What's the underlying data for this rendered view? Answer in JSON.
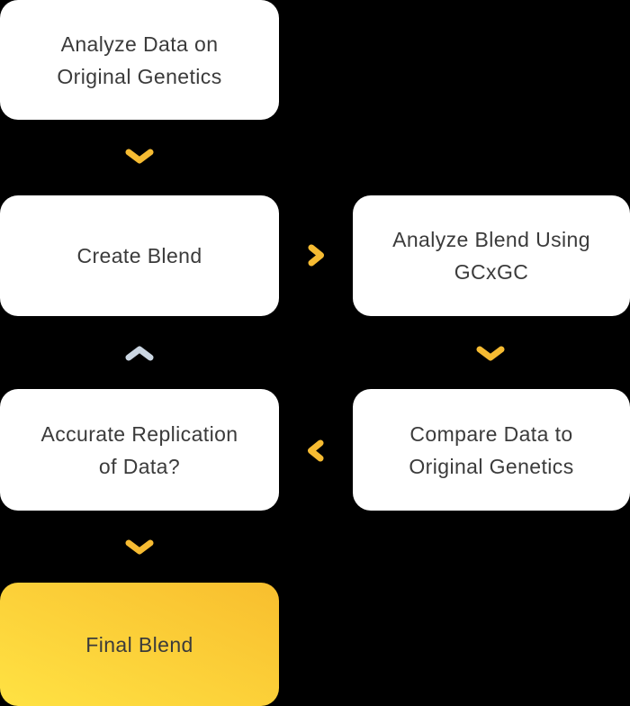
{
  "diagram": {
    "colors": {
      "background": "#000000",
      "node_fill": "#ffffff",
      "text": "#3b3b3b",
      "arrow": "#f6bb32",
      "arrow_muted": "#cbd6e2",
      "final_gradient_start": "#ffe243",
      "final_gradient_end": "#f8be2e"
    },
    "nodes": [
      {
        "id": "analyze-data",
        "lines": [
          "Analyze Data on",
          "Original Genetics"
        ]
      },
      {
        "id": "create-blend",
        "lines": [
          "Create Blend"
        ]
      },
      {
        "id": "analyze-blend",
        "lines": [
          "Analyze Blend Using",
          "GCxGC"
        ]
      },
      {
        "id": "compare-data",
        "lines": [
          "Compare Data to",
          "Original Genetics"
        ]
      },
      {
        "id": "accurate-replication",
        "lines": [
          "Accurate Replication",
          "of Data?"
        ]
      },
      {
        "id": "final-blend",
        "lines": [
          "Final Blend"
        ]
      }
    ],
    "arrows": [
      {
        "id": "arrow-1",
        "direction": "down",
        "from": "analyze-data",
        "to": "create-blend",
        "style": "accent"
      },
      {
        "id": "arrow-2",
        "direction": "right",
        "from": "create-blend",
        "to": "analyze-blend",
        "style": "accent"
      },
      {
        "id": "arrow-3",
        "direction": "down",
        "from": "analyze-blend",
        "to": "compare-data",
        "style": "accent"
      },
      {
        "id": "arrow-4",
        "direction": "left",
        "from": "compare-data",
        "to": "accurate-replication",
        "style": "accent"
      },
      {
        "id": "arrow-5",
        "direction": "up",
        "from": "accurate-replication",
        "to": "create-blend",
        "style": "muted"
      },
      {
        "id": "arrow-6",
        "direction": "down",
        "from": "accurate-replication",
        "to": "final-blend",
        "style": "accent"
      }
    ]
  }
}
